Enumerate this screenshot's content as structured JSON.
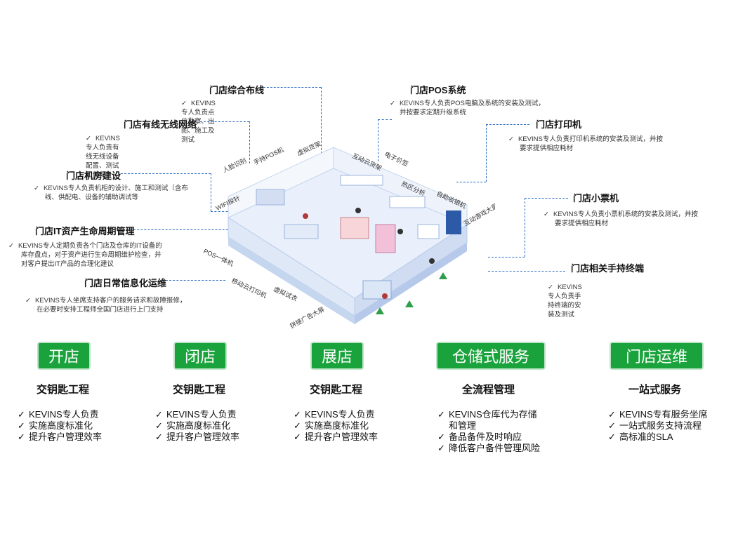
{
  "callouts": [
    {
      "title": "门店综合布线",
      "desc": [
        "KEVINS专人负责点位勘察、出图、施工及测试"
      ]
    },
    {
      "title": "门店有线无线网络",
      "desc": [
        "KEVINS专人负责有线无线设备配置、测试和优化"
      ]
    },
    {
      "title": "门店机房建设",
      "desc": [
        "KEVINS专人负责机柜的设计、施工和测试（含布",
        "线、供配电、设备的辅助调试等"
      ]
    },
    {
      "title": "门店IT资产生命周期管理",
      "desc": [
        "KEVINS专人定期负责各个门店及仓库的IT设备的",
        "库存盘点，对于资产进行生命周期维护检查，并",
        "对客户提出IT产品的合理化建议"
      ]
    },
    {
      "title": "门店日常信息化运维",
      "desc": [
        "KEVINS专人坐席支持客户的服务请求和故障报修，",
        "在必要时安排工程师全国门店进行上门支持"
      ]
    },
    {
      "title": "门店POS系统",
      "desc": [
        "KEVINS专人负责POS电脑及系统的安装及测试，",
        "并按要求定期升级系统"
      ]
    },
    {
      "title": "门店打印机",
      "desc": [
        "KEVINS专人负责打印机系统的安装及测试，并按",
        "要求提供相应耗材"
      ]
    },
    {
      "title": "门店小票机",
      "desc": [
        "KEVINS专人负责小票机系统的安装及测试，并按",
        "要求提供相应耗材"
      ]
    },
    {
      "title": "门店相关手持终端",
      "desc": [
        "KEVINS专人负责手持终端的安装及测试"
      ]
    }
  ],
  "check_mark": "✓",
  "scene_tags": [
    "人脸识别",
    "手持POS机",
    "虚拟货架",
    "互动云货架",
    "电子价签",
    "热区分析",
    "自助收银机",
    "互动游戏大屏",
    "WIFI探针",
    "POS一体机",
    "移动云打印机",
    "虚拟试衣",
    "拼接广告大屏"
  ],
  "services": [
    {
      "button": "开店",
      "subtitle": "交钥匙工程",
      "items": [
        "KEVINS专人负责",
        "实施高度标准化",
        "提升客户管理效率"
      ]
    },
    {
      "button": "闭店",
      "subtitle": "交钥匙工程",
      "items": [
        "KEVINS专人负责",
        "实施高度标准化",
        "提升客户管理效率"
      ]
    },
    {
      "button": "展店",
      "subtitle": "交钥匙工程",
      "items": [
        "KEVINS专人负责",
        "实施高度标准化",
        "提升客户管理效率"
      ]
    },
    {
      "button": "仓储式服务",
      "subtitle": "全流程管理",
      "items": [
        "KEVINS仓库代为存储",
        "和管理",
        "备品备件及时响应",
        "降低客户备件管理风险"
      ]
    },
    {
      "button": "门店运维",
      "subtitle": "一站式服务",
      "items": [
        "KEVINS专有服务坐席",
        "一站式服务支持流程",
        "高标准的SLA"
      ]
    }
  ],
  "colors": {
    "accent_green": "#1aa33c",
    "dash_blue": "#2b6cc4",
    "floor": "#e9f0fb"
  }
}
